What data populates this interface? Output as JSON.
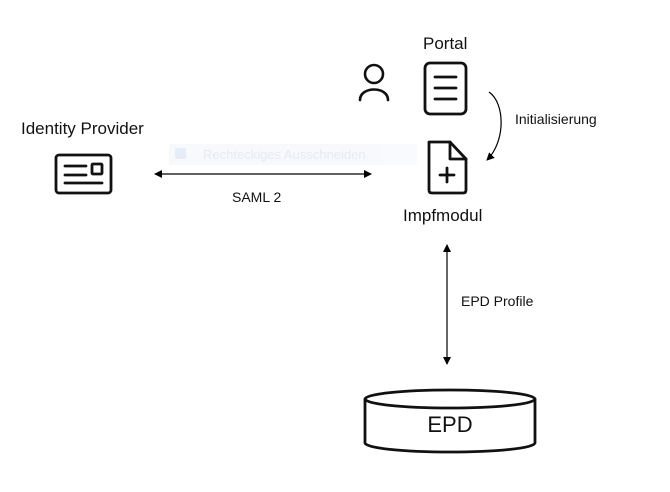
{
  "nodes": {
    "portal": {
      "label": "Portal",
      "icon": "document-icon"
    },
    "user": {
      "icon": "user-icon"
    },
    "identity_provider": {
      "label": "Identity Provider",
      "icon": "id-card-icon"
    },
    "impfmodul": {
      "label": "Impfmodul",
      "icon": "add-document-icon"
    },
    "epd": {
      "label": "EPD",
      "icon": "database-cylinder"
    }
  },
  "edges": {
    "saml": {
      "label": "SAML 2",
      "from": "Identity Provider",
      "to": "Impfmodul",
      "direction": "bidirectional"
    },
    "initialisierung": {
      "label": "Initialisierung",
      "from": "Portal",
      "to": "Impfmodul",
      "direction": "one-way"
    },
    "epd_profile": {
      "label": "EPD Profile",
      "from": "Impfmodul",
      "to": "EPD",
      "direction": "bidirectional"
    }
  },
  "overlay": {
    "ghost_tooltip": "Rechteckiges Ausschneiden"
  },
  "colors": {
    "ink": "#111111",
    "line": "#000000",
    "background": "#ffffff"
  }
}
